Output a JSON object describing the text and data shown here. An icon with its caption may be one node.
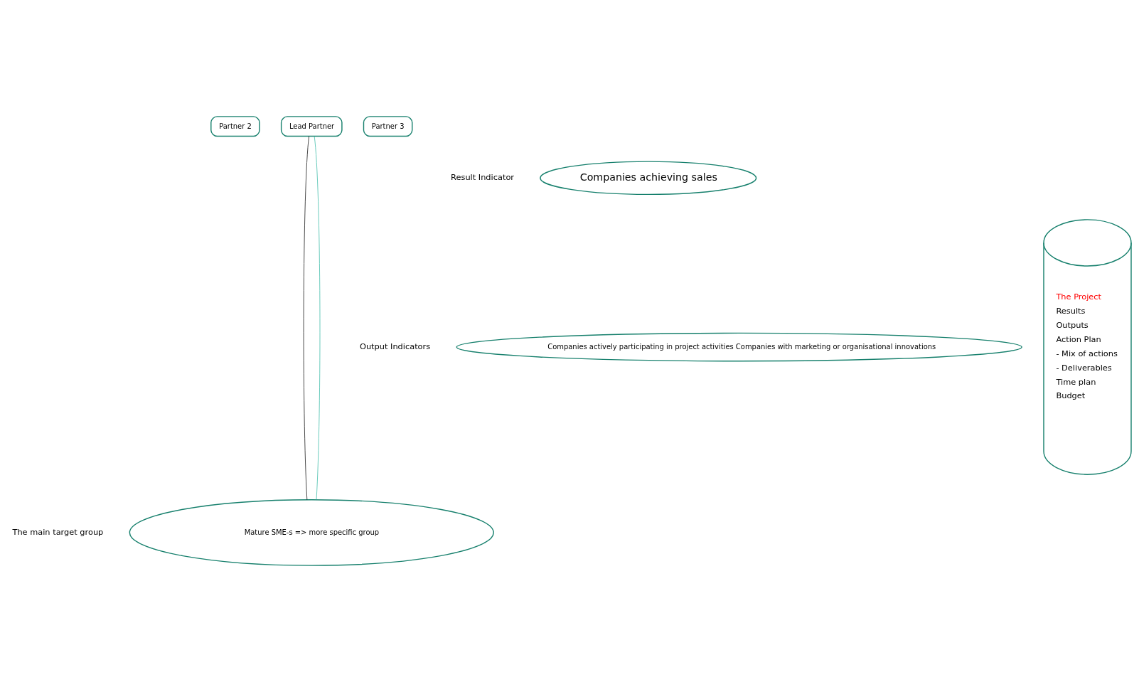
{
  "diagram": {
    "nodes": [
      {
        "text": [
          "Lead Partner"
        ]
      },
      {
        "text": [
          "Partner 2"
        ]
      },
      {
        "text": [
          "Partner 3"
        ]
      },
      {
        "text": [
          "Companies achieving sales"
        ]
      },
      {
        "text": [
          "Companies actively participating in project activities Companies with marketing or organisational innovations"
        ]
      },
      {
        "text": [
          "Mature SME-s => more specific group"
        ]
      },
      {
        "text": [
          "The Project",
          "Results",
          "Outputs",
          "Action Plan",
          "- Mix of actions",
          "- Deliverables",
          "Time plan",
          "Budget"
        ]
      }
    ],
    "edges": [
      {
        "from": 0,
        "to": 5,
        "arrow": "none"
      },
      {
        "from": 0,
        "to": 5,
        "arrow": "none",
        "color": "#2ab5a0"
      }
    ],
    "labels": [
      "Result Indicator",
      "Output Indicators",
      "The main target group"
    ]
  }
}
